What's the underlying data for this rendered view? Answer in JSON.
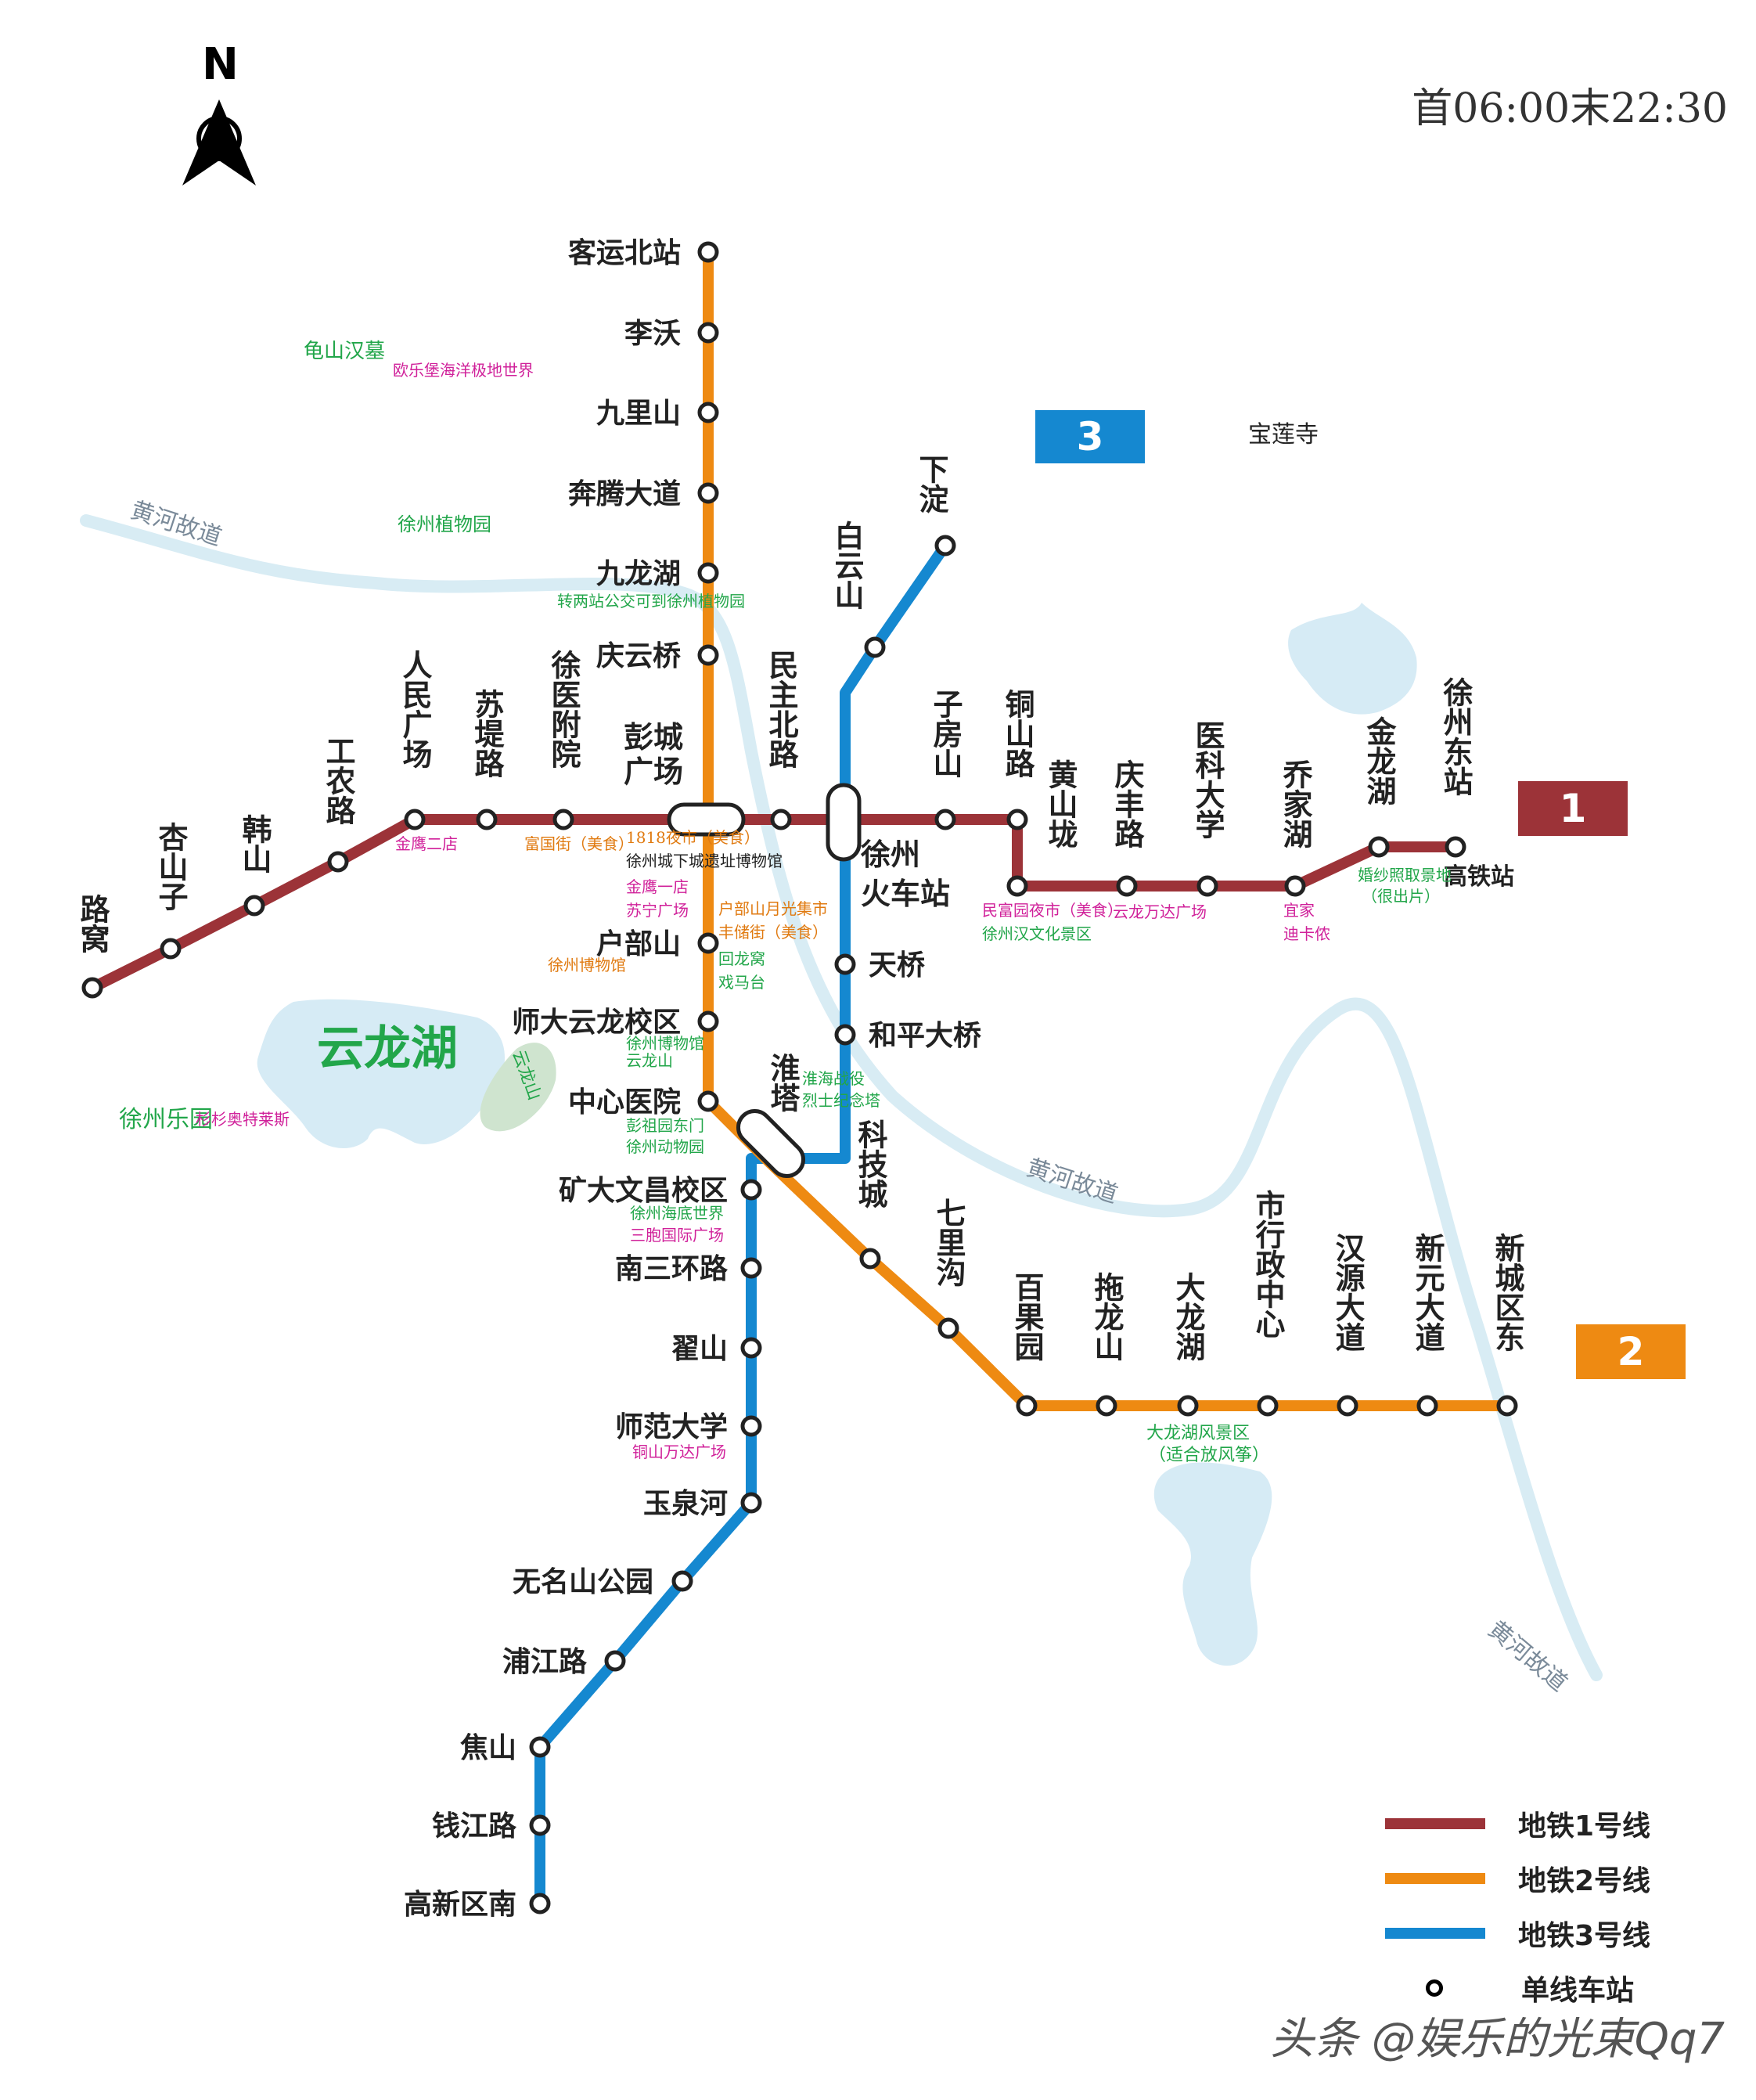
{
  "service_hours": "首06:00末22:30",
  "compass": {
    "letter": "N",
    "icon": "north-arrow-icon"
  },
  "colors": {
    "line1": "#9c3338",
    "line2": "#ee8a12",
    "line3": "#1588d0",
    "river": "#d8ecf4",
    "lake": "#d6ebf5",
    "poi_green": "#22a64a",
    "poi_pink": "#d0219a",
    "poi_orange": "#e07a10"
  },
  "lines": [
    {
      "id": "1",
      "name": "地铁1号线",
      "badge": "1"
    },
    {
      "id": "2",
      "name": "地铁2号线",
      "badge": "2"
    },
    {
      "id": "3",
      "name": "地铁3号线",
      "badge": "3"
    }
  ],
  "legend": {
    "line1": "地铁1号线",
    "line2": "地铁2号线",
    "line3": "地铁3号线",
    "single": "单线车站"
  },
  "stations": {
    "line1": [
      "路窝",
      "杏山子",
      "韩山",
      "工农路",
      "人民广场",
      "苏堤路",
      "徐医附院",
      "彭城广场",
      "民主北路",
      "徐州火车站",
      "子房山",
      "铜山路",
      "黄山垅",
      "庆丰路",
      "医科大学",
      "乔家湖",
      "金龙湖",
      "徐州东站"
    ],
    "line2": [
      "客运北站",
      "李沃",
      "九里山",
      "奔腾大道",
      "九龙湖",
      "庆云桥",
      "彭城广场",
      "户部山",
      "师大云龙校区",
      "中心医院",
      "淮塔",
      "科技城",
      "七里沟",
      "百果园",
      "拖龙山",
      "大龙湖",
      "市行政中心",
      "汉源大道",
      "新元大道",
      "新城区东"
    ],
    "line3": [
      "下淀",
      "白云山",
      "徐州火车站",
      "天桥",
      "和平大桥",
      "淮塔",
      "矿大文昌校区",
      "南三环路",
      "翟山",
      "师范大学",
      "玉泉河",
      "无名山公园",
      "浦江路",
      "焦山",
      "钱江路",
      "高新区南"
    ]
  },
  "extra_labels": {
    "gaotie": "高铁站"
  },
  "water": {
    "yunlong_lake": "云龙湖",
    "yunlong_mountain": "云龙山",
    "yellow_river_1": "黄河故道",
    "yellow_river_2": "黄河故道",
    "yellow_river_3": "黄河故道"
  },
  "pois": {
    "guishan": "龟山汉墓",
    "ouleb": "欧乐堡海洋极地世界",
    "zhiwuyuan": "徐州植物园",
    "jiulonghu_note": "转两站公交可到徐州植物园",
    "baolian": "宝莲寺",
    "jinying2": "金鹰二店",
    "fuguojie": "富国街（美食）",
    "ye1818": "1818夜市（美食）",
    "xiacheng": "徐州城下城遗址博物馆",
    "jinying1": "金鹰一店",
    "suning": "苏宁广场",
    "hubushan_market": "户部山月光集市",
    "fengchu": "丰储街（美食）",
    "huilongwo": "回龙窝",
    "ximatai": "戏马台",
    "museum1": "徐州博物馆",
    "museum2": "徐州博物馆",
    "yunlongshan": "云龙山",
    "pengzu": "彭祖园东门",
    "zoo": "徐州动物园",
    "haidi": "徐州海底世界",
    "sanpao": "三胞国际广场",
    "tongshan_wanda": "铜山万达广场",
    "huaihai": "淮海战役",
    "lieshi": "烈士纪念塔",
    "minfuyuan": "民富园夜市（美食）",
    "hanwenhua": "徐州汉文化景区",
    "yunlong_wanda": "云龙万达广场",
    "yijia": "宜家",
    "dikanong": "迪卡侬",
    "hunsha": "婚纱照取景地",
    "henchupian": "（很出片）",
    "dalonghu_scenic": "大龙湖风景区",
    "kite": "（适合放风筝）",
    "leyuan": "徐州乐园",
    "outlets": "杉杉奥特莱斯"
  },
  "watermark": "头条 @娱乐的光束Qq7"
}
